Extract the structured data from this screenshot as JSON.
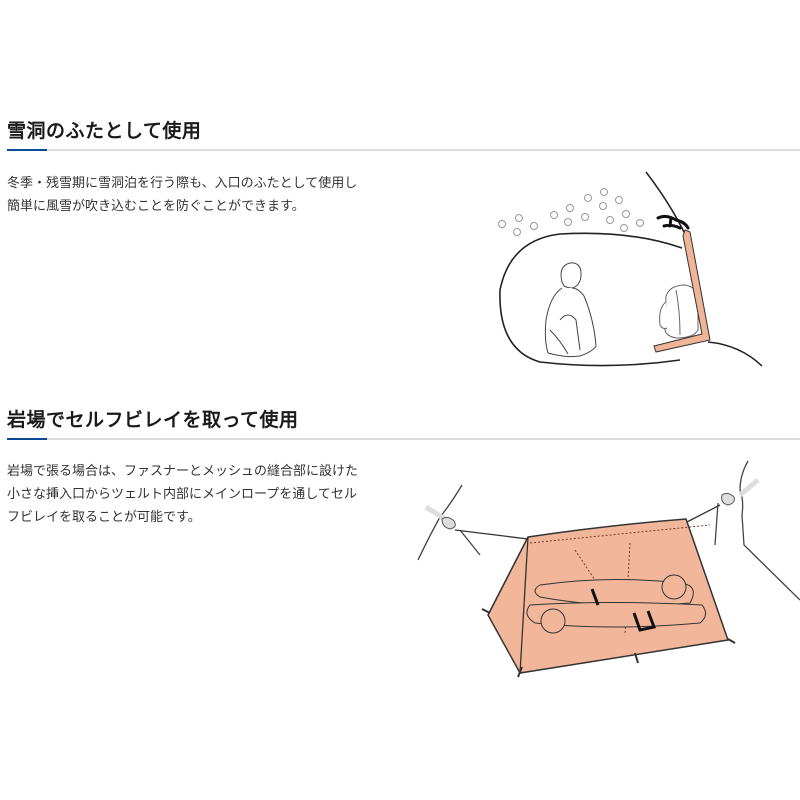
{
  "sections": [
    {
      "heading": "雪洞のふたとして使用",
      "lines": [
        "冬季・残雪期に雪洞泊を行う際も、入口のふたとして使用し",
        "簡単に風雪が吹き込むことを防ぐことができます。"
      ],
      "illustration": "snow-cave-cover-illustration"
    },
    {
      "heading": "岩場でセルフビレイを取って使用",
      "lines": [
        "岩場で張る場合は、ファスナーとメッシュの縫合部に設けた",
        "小さな挿入口からツェルト内部にメインロープを通してセル",
        "フビレイを取ることが可能です。"
      ],
      "illustration": "rock-self-belay-illustration"
    }
  ],
  "colors": {
    "accent": "#0b4b94",
    "divider": "#dcdcdc",
    "tent_fill": "#f2b79b",
    "strap": "#f0b497",
    "line": "#222222"
  }
}
